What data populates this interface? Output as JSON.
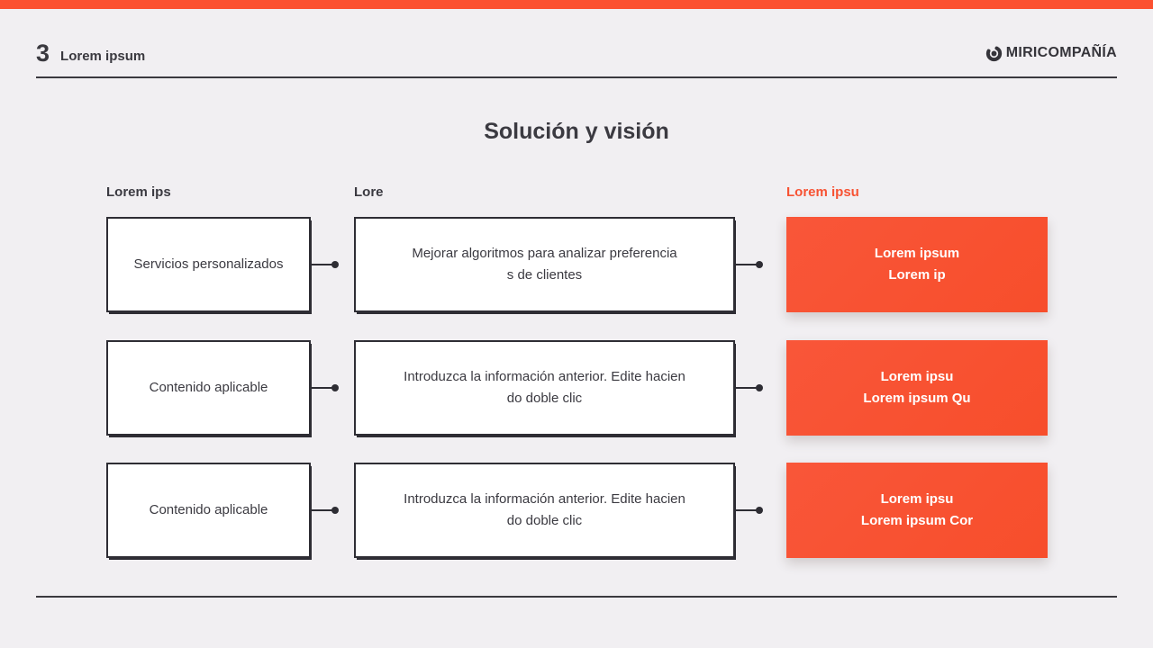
{
  "page": {
    "background_color": "#F1EFF2",
    "accent_color": "#F75233",
    "dark_color": "#3A393F"
  },
  "header": {
    "slide_number": "3",
    "slide_label": "Lorem ipsum",
    "brand_name": "MIRICOMPAÑÍA",
    "brand_icon": "target-swirl-icon"
  },
  "title": "Solución y visión",
  "columns": [
    {
      "header": "Lorem ips"
    },
    {
      "header": "Lore"
    },
    {
      "header": "Lorem ipsu"
    }
  ],
  "rows": [
    {
      "left_text": "Servicios personalizados",
      "middle_line1": "Mejorar algoritmos para analizar preferencia",
      "middle_line2": "s de clientes",
      "right_line1": "Lorem ipsum",
      "right_line2": "Lorem ip"
    },
    {
      "left_text": "Contenido aplicable",
      "middle_line1": "Introduzca la información anterior. Edite hacien",
      "middle_line2": "do doble clic",
      "right_line1": "Lorem ipsu",
      "right_line2": "Lorem ipsum Qu"
    },
    {
      "left_text": "Contenido aplicable",
      "middle_line1": "Introduzca la información anterior. Edite hacien",
      "middle_line2": "do doble clic",
      "right_line1": "Lorem ipsu",
      "right_line2": "Lorem ipsum Cor"
    }
  ]
}
